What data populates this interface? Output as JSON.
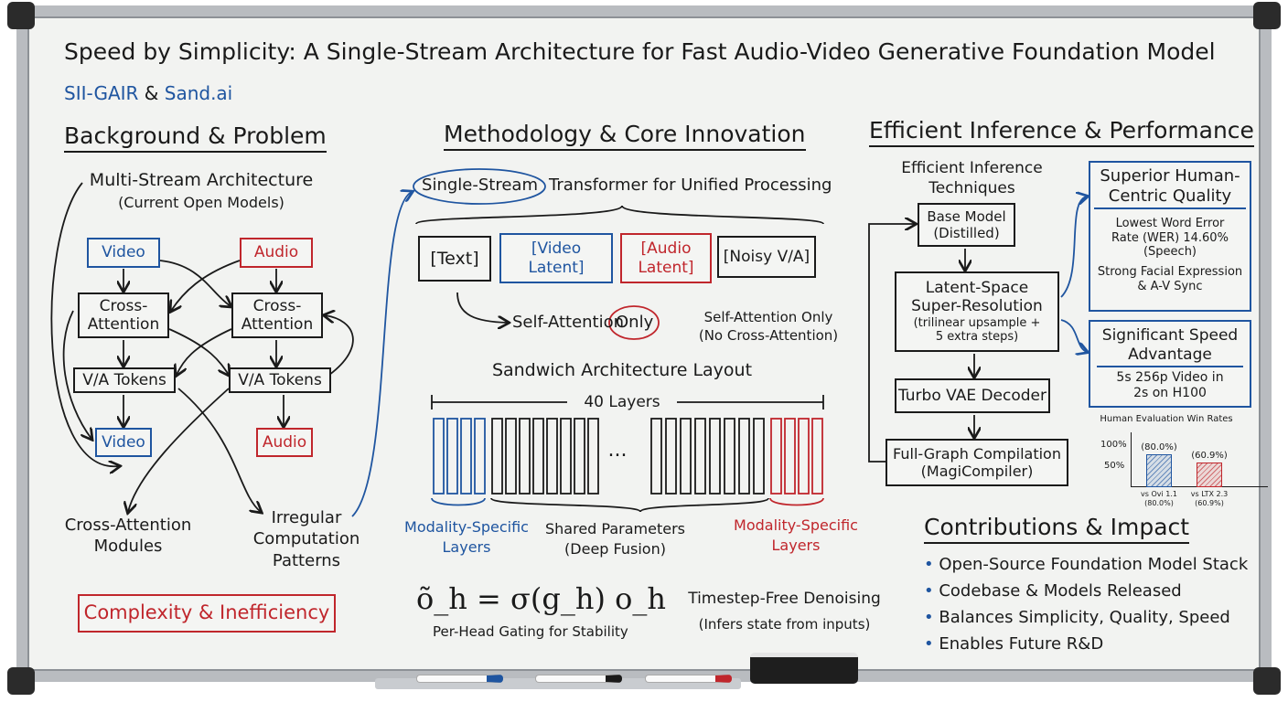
{
  "title": "Speed by Simplicity: A Single-Stream Architecture for Fast Audio-Video Generative Foundation Model",
  "authors": {
    "a": "SII-GAIR",
    "amp": "&",
    "b": "Sand.ai"
  },
  "background": {
    "heading": "Background & Problem",
    "arch_title": "Multi-Stream Architecture",
    "arch_sub": "(Current Open Models)",
    "video": "Video",
    "audio": "Audio",
    "cross_attention": "Cross-\nAttention",
    "tokens": "V/A Tokens",
    "label_modules": "Cross-Attention\nModules",
    "label_irregular": "Irregular\nComputation\nPatterns",
    "problem": "Complexity & Inefficiency"
  },
  "method": {
    "heading": "Methodology & Core Innovation",
    "single_stream": "Single-Stream",
    "transformer": "Transformer for Unified Processing",
    "inputs": [
      "[Text]",
      "[Video\nLatent]",
      "[Audio\nLatent]",
      "[Noisy V/A]"
    ],
    "self_attention": "Self-Attention",
    "only": "Only",
    "note": "Self-Attention Only\n(No Cross-Attention)",
    "sandwich": "Sandwich Architecture Layout",
    "layers": "40 Layers",
    "ellipsis": "...",
    "label_left": "Modality-Specific\nLayers",
    "label_mid": "Shared Parameters\n(Deep Fusion)",
    "label_right": "Modality-Specific\nLayers",
    "formula": "õ_h = σ(g_h) o_h",
    "formula_caption": "Per-Head Gating for Stability",
    "timestep": "Timestep-Free Denoising",
    "timestep_sub": "(Infers state from inputs)"
  },
  "inference": {
    "heading": "Efficient Inference & Performance",
    "techniques": "Efficient Inference\nTechniques",
    "steps": [
      "Base Model\n(Distilled)",
      "Latent-Space\nSuper-Resolution",
      "Turbo VAE Decoder",
      "Full-Graph Compilation\n(MagiCompiler)"
    ],
    "sr_note": "(trilinear upsample +\n5 extra steps)",
    "quality_title": "Superior Human-\nCentric Quality",
    "quality_wer": "Lowest Word Error\nRate (WER) 14.60%\n(Speech)",
    "quality_sync": "Strong Facial Expression\n& A-V Sync",
    "speed_title": "Significant Speed\nAdvantage",
    "speed_text": "5s 256p Video in\n2s on H100"
  },
  "chart_data": {
    "type": "bar",
    "title": "Human Evaluation Win Rates",
    "categories": [
      "vs Ovi 1.1",
      "vs LTX 2.3"
    ],
    "values": [
      80.0,
      60.9
    ],
    "value_labels": [
      "(80.0%)",
      "(60.9%)"
    ],
    "cat_sub": [
      "(80.0%)",
      "(60.9%)"
    ],
    "yticks": [
      "100%",
      "50%"
    ],
    "ylim": [
      0,
      100
    ],
    "colors": [
      "#1f55a0",
      "#c0262c"
    ]
  },
  "contributions": {
    "heading": "Contributions & Impact",
    "items": [
      "Open-Source Foundation Model Stack",
      "Codebase & Models Released",
      "Balances Simplicity, Quality, Speed",
      "Enables Future R&D"
    ]
  }
}
